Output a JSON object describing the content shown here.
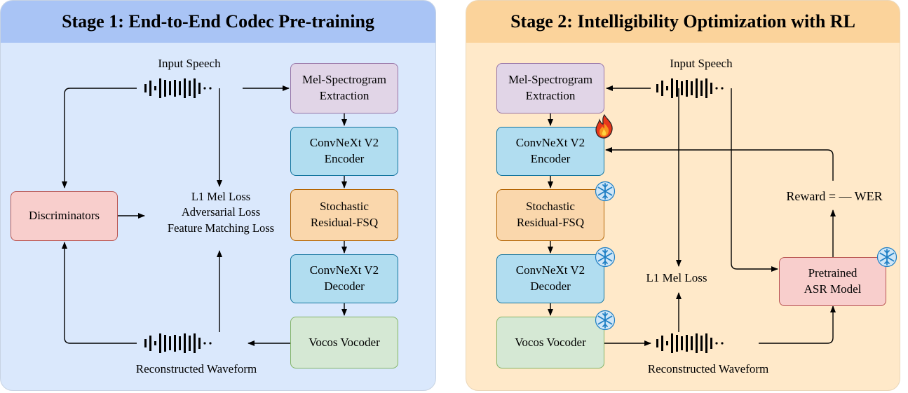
{
  "stage1": {
    "title": "Stage 1: End-to-End Codec Pre-training",
    "input_speech": "Input Speech",
    "mel_extraction": "Mel-Spectrogram\nExtraction",
    "encoder": "ConvNeXt V2\nEncoder",
    "fsq": "Stochastic\nResidual-FSQ",
    "decoder": "ConvNeXt V2\nDecoder",
    "vocoder": "Vocos Vocoder",
    "discriminators": "Discriminators",
    "losses": "L1 Mel Loss\nAdversarial Loss\nFeature Matching Loss",
    "reconstructed": "Reconstructed Waveform"
  },
  "stage2": {
    "title": "Stage 2:  Intelligibility Optimization with RL",
    "input_speech": "Input Speech",
    "mel_extraction": "Mel-Spectrogram\nExtraction",
    "encoder": "ConvNeXt V2\nEncoder",
    "fsq": "Stochastic\nResidual-FSQ",
    "decoder": "ConvNeXt V2\nDecoder",
    "vocoder": "Vocos Vocoder",
    "asr": "Pretrained\nASR Model",
    "reward": "Reward = — WER",
    "mel_loss": "L1 Mel Loss",
    "reconstructed": "Reconstructed Waveform"
  },
  "icons": {
    "trainable": "flame-icon",
    "frozen": "snowflake-icon",
    "waveform": "waveform-icon"
  },
  "colors": {
    "stage1_bg": "#dae8fc",
    "stage1_header": "#a9c4f5",
    "stage2_bg": "#ffe9c9",
    "stage2_header": "#fbd39b",
    "mel_box": "#e1d5e7",
    "convnext_box": "#b1ddf0",
    "fsq_box": "#fad7ac",
    "vocoder_box": "#d5e8d4",
    "discriminator_box": "#f8cecc",
    "asr_box": "#f8cecc"
  }
}
